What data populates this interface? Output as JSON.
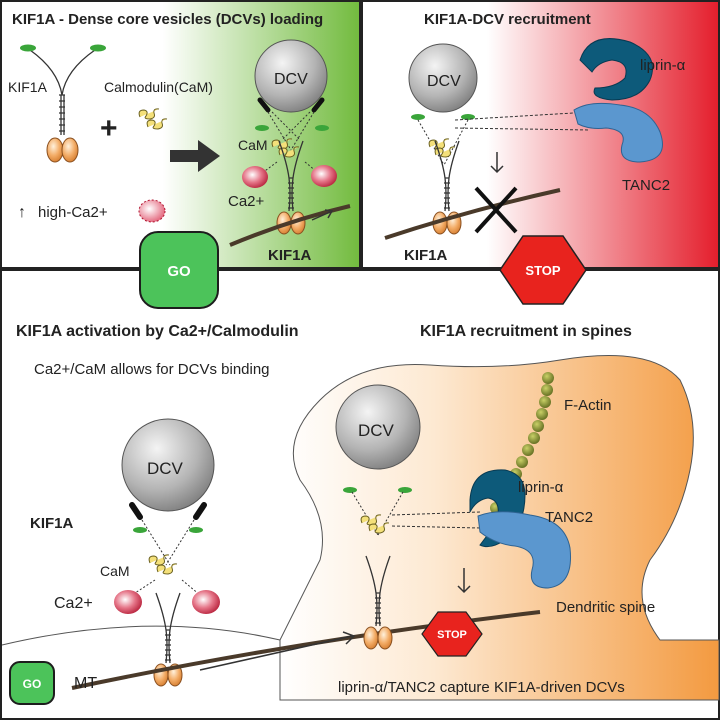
{
  "panel_a": {
    "title": "KIF1A - Dense core vesicles (DCVs) loading",
    "kif1a_label": "KIF1A",
    "calmodulin_label": "Calmodulin(CaM)",
    "plus": "+",
    "high_ca_label": "high-Ca2+",
    "up_arrow": "↑",
    "dcv_label": "DCV",
    "cam_label": "CaM",
    "ca_label": "Ca2+",
    "kif1a_bottom_label": "KIF1A"
  },
  "panel_b": {
    "title": "KIF1A-DCV recruitment",
    "dcv_label": "DCV",
    "liprin_label": "liprin-α",
    "tanc2_label": "TANC2",
    "kif1a_label": "KIF1A"
  },
  "signs": {
    "go_top": "GO",
    "stop_top": "STOP",
    "go_bottom": "GO",
    "stop_bottom": "STOP"
  },
  "panel_c": {
    "title_left": "KIF1A activation by Ca2+/Calmodulin",
    "title_right": "KIF1A recruitment in spines",
    "subtitle": "Ca2+/CaM allows for DCVs binding",
    "dcv_left": "DCV",
    "dcv_right": "DCV",
    "kif1a_label": "KIF1A",
    "cam_label": "CaM",
    "ca_label": "Ca2+",
    "mt_label": "MT",
    "factin_label": "F-Actin",
    "liprin_label": "liprin-α",
    "tanc2_label": "TANC2",
    "spine_label": "Dendritic spine",
    "caption": "liprin-α/TANC2 capture KIF1A-driven DCVs"
  },
  "colors": {
    "green_panel": "#7cc04a",
    "red_panel": "#e8202e",
    "spine": "#f5a350",
    "liprin": "#0d5a7a",
    "tanc2": "#5b97cf",
    "kinesin_head": "#f0a55c",
    "cam": "#f4e07a",
    "calcium": "#c0203a",
    "go": "#4cc35a",
    "stop": "#e8231e",
    "factin": "#7d8a2a"
  }
}
